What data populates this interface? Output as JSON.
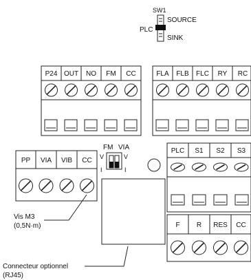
{
  "switch_sw1": {
    "title": "SW1",
    "left_label": "PLC",
    "top_label": "SOURCE",
    "bottom_label": "SINK"
  },
  "terminals": {
    "block_a": [
      "P24",
      "OUT",
      "NO",
      "FM",
      "CC"
    ],
    "block_b": [
      "FLA",
      "FLB",
      "FLC",
      "RY",
      "RC"
    ],
    "block_c": [
      "PP",
      "VIA",
      "VIB",
      "CC"
    ],
    "block_d_top": [
      "PLC",
      "S1",
      "S2",
      "S3"
    ],
    "block_d_bottom": [
      "F",
      "R",
      "RES",
      "CC"
    ]
  },
  "jumper": {
    "label_left": "FM",
    "label_right": "VIA",
    "v_left": "V",
    "v_right": "V",
    "i_left": "I",
    "i_right": "I"
  },
  "callouts": {
    "screw_note_line1": "Vis M3",
    "screw_note_line2": "(0,5N·m)",
    "connector_line1": "Connecteur optionnel",
    "connector_line2": "(RJ45)"
  }
}
